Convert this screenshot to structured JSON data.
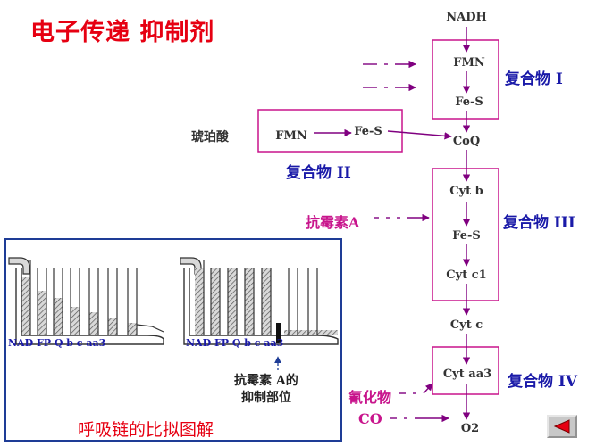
{
  "title": "电子传递 抑制剂",
  "chain": {
    "nadh": "NADH",
    "fmn1": "FMN",
    "fes1": "Fe-S",
    "coq": "CoQ",
    "cytb": "Cyt b",
    "fes3": "Fe-S",
    "cytc1": "Cyt c1",
    "cytc": "Cyt c",
    "cytaa3": "Cyt aa3",
    "o2": "O2"
  },
  "complex2": {
    "succinate": "琥珀酸",
    "fmn": "FMN",
    "fes": "Fe-S",
    "label": "复合物 II"
  },
  "complex_labels": {
    "c1": "复合物 I",
    "c3": "复合物 III",
    "c4": "复合物 IV"
  },
  "inhibitors": {
    "antimycin": "抗霉素A",
    "cyanide": "氰化物",
    "co": "CO"
  },
  "analogy": {
    "left_labels": "NAD  FP  Q    b    c    aa3",
    "right_labels": "NAD  FP  Q    b    c    aa3",
    "caption_line1": "抗霉素 A的",
    "caption_line2": "抑制部位",
    "footer": "呼吸链的比拟图解"
  },
  "colors": {
    "title_red": "#e60012",
    "complex_box": "#c8148c",
    "arrow_purple": "#800080",
    "complex_label_blue": "#1a1aa8",
    "analogy_frame": "#1e3c96"
  },
  "nav_icon": "previous-slide-arrow-icon"
}
